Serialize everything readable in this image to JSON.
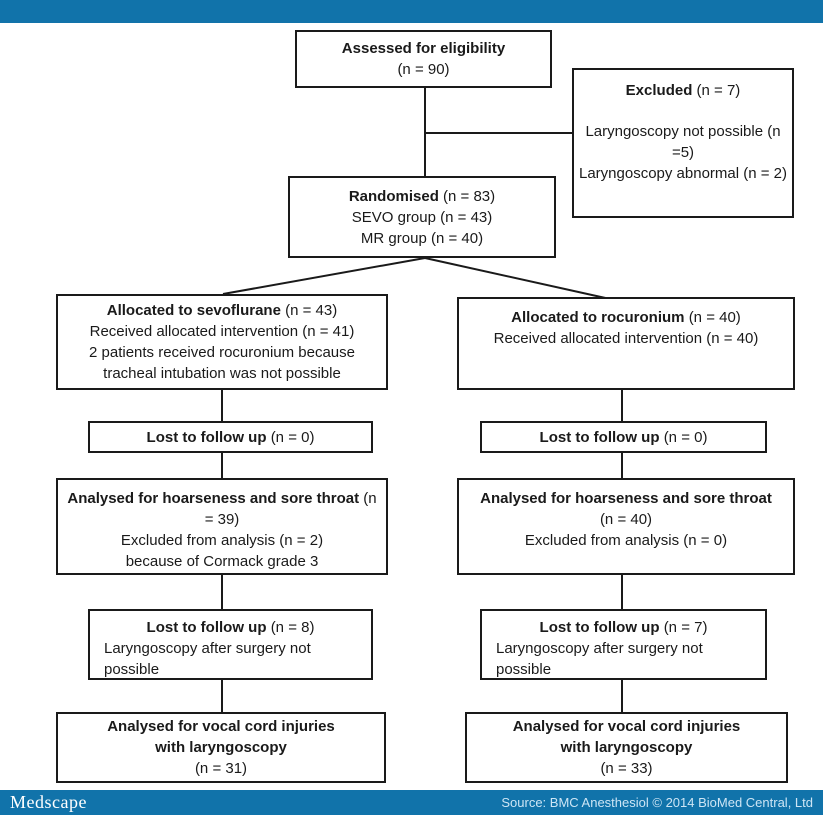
{
  "colors": {
    "bar": "#1173aa",
    "box_border": "#1a1a1a",
    "source_text": "#cde5f5"
  },
  "footer": {
    "brand": "Medscape",
    "source": "Source: BMC Anesthesiol © 2014 BioMed Central, Ltd"
  },
  "boxes": {
    "assessed": {
      "bold": "Assessed for eligibility",
      "n": "(n = 90)"
    },
    "excluded": {
      "bold": "Excluded",
      "n": "(n = 7)",
      "line2": "Laryngoscopy not possible (n =5)",
      "line3": "Laryngoscopy abnormal (n = 2)"
    },
    "randomised": {
      "bold": "Randomised",
      "n": "(n = 83)",
      "line2": "SEVO group (n = 43)",
      "line3": "MR group (n = 40)"
    },
    "alloc_sevo": {
      "bold": "Allocated to sevoflurane",
      "n": "(n = 43)",
      "line2": "Received allocated intervention (n = 41)",
      "line3": "2 patients received rocuronium because tracheal intubation was not possible"
    },
    "alloc_roc": {
      "bold": "Allocated to rocuronium",
      "n": "(n = 40)",
      "line2": "Received allocated intervention (n = 40)"
    },
    "lost1_left": {
      "bold": "Lost to follow up",
      "n": "(n = 0)"
    },
    "lost1_right": {
      "bold": "Lost to follow up",
      "n": "(n = 0)"
    },
    "analysed1_left": {
      "bold": "Analysed for hoarseness and sore throat",
      "n": "(n = 39)",
      "line2": "Excluded from analysis (n = 2)",
      "line3": "because of Cormack grade 3"
    },
    "analysed1_right": {
      "bold": "Analysed for hoarseness and sore throat",
      "n": "(n = 40)",
      "line2": "Excluded from analysis (n = 0)"
    },
    "lost2_left": {
      "bold": "Lost to follow up",
      "n": "(n = 8)",
      "line2": "Laryngoscopy after surgery not possible"
    },
    "lost2_right": {
      "bold": "Lost to follow up",
      "n": "(n = 7)",
      "line2": "Laryngoscopy after surgery not possible"
    },
    "vocal_left": {
      "bold1": "Analysed for vocal cord injuries",
      "bold2": "with laryngoscopy",
      "n": "(n = 31)"
    },
    "vocal_right": {
      "bold1": "Analysed for vocal cord injuries",
      "bold2": "with laryngoscopy",
      "n": "(n = 33)"
    }
  }
}
